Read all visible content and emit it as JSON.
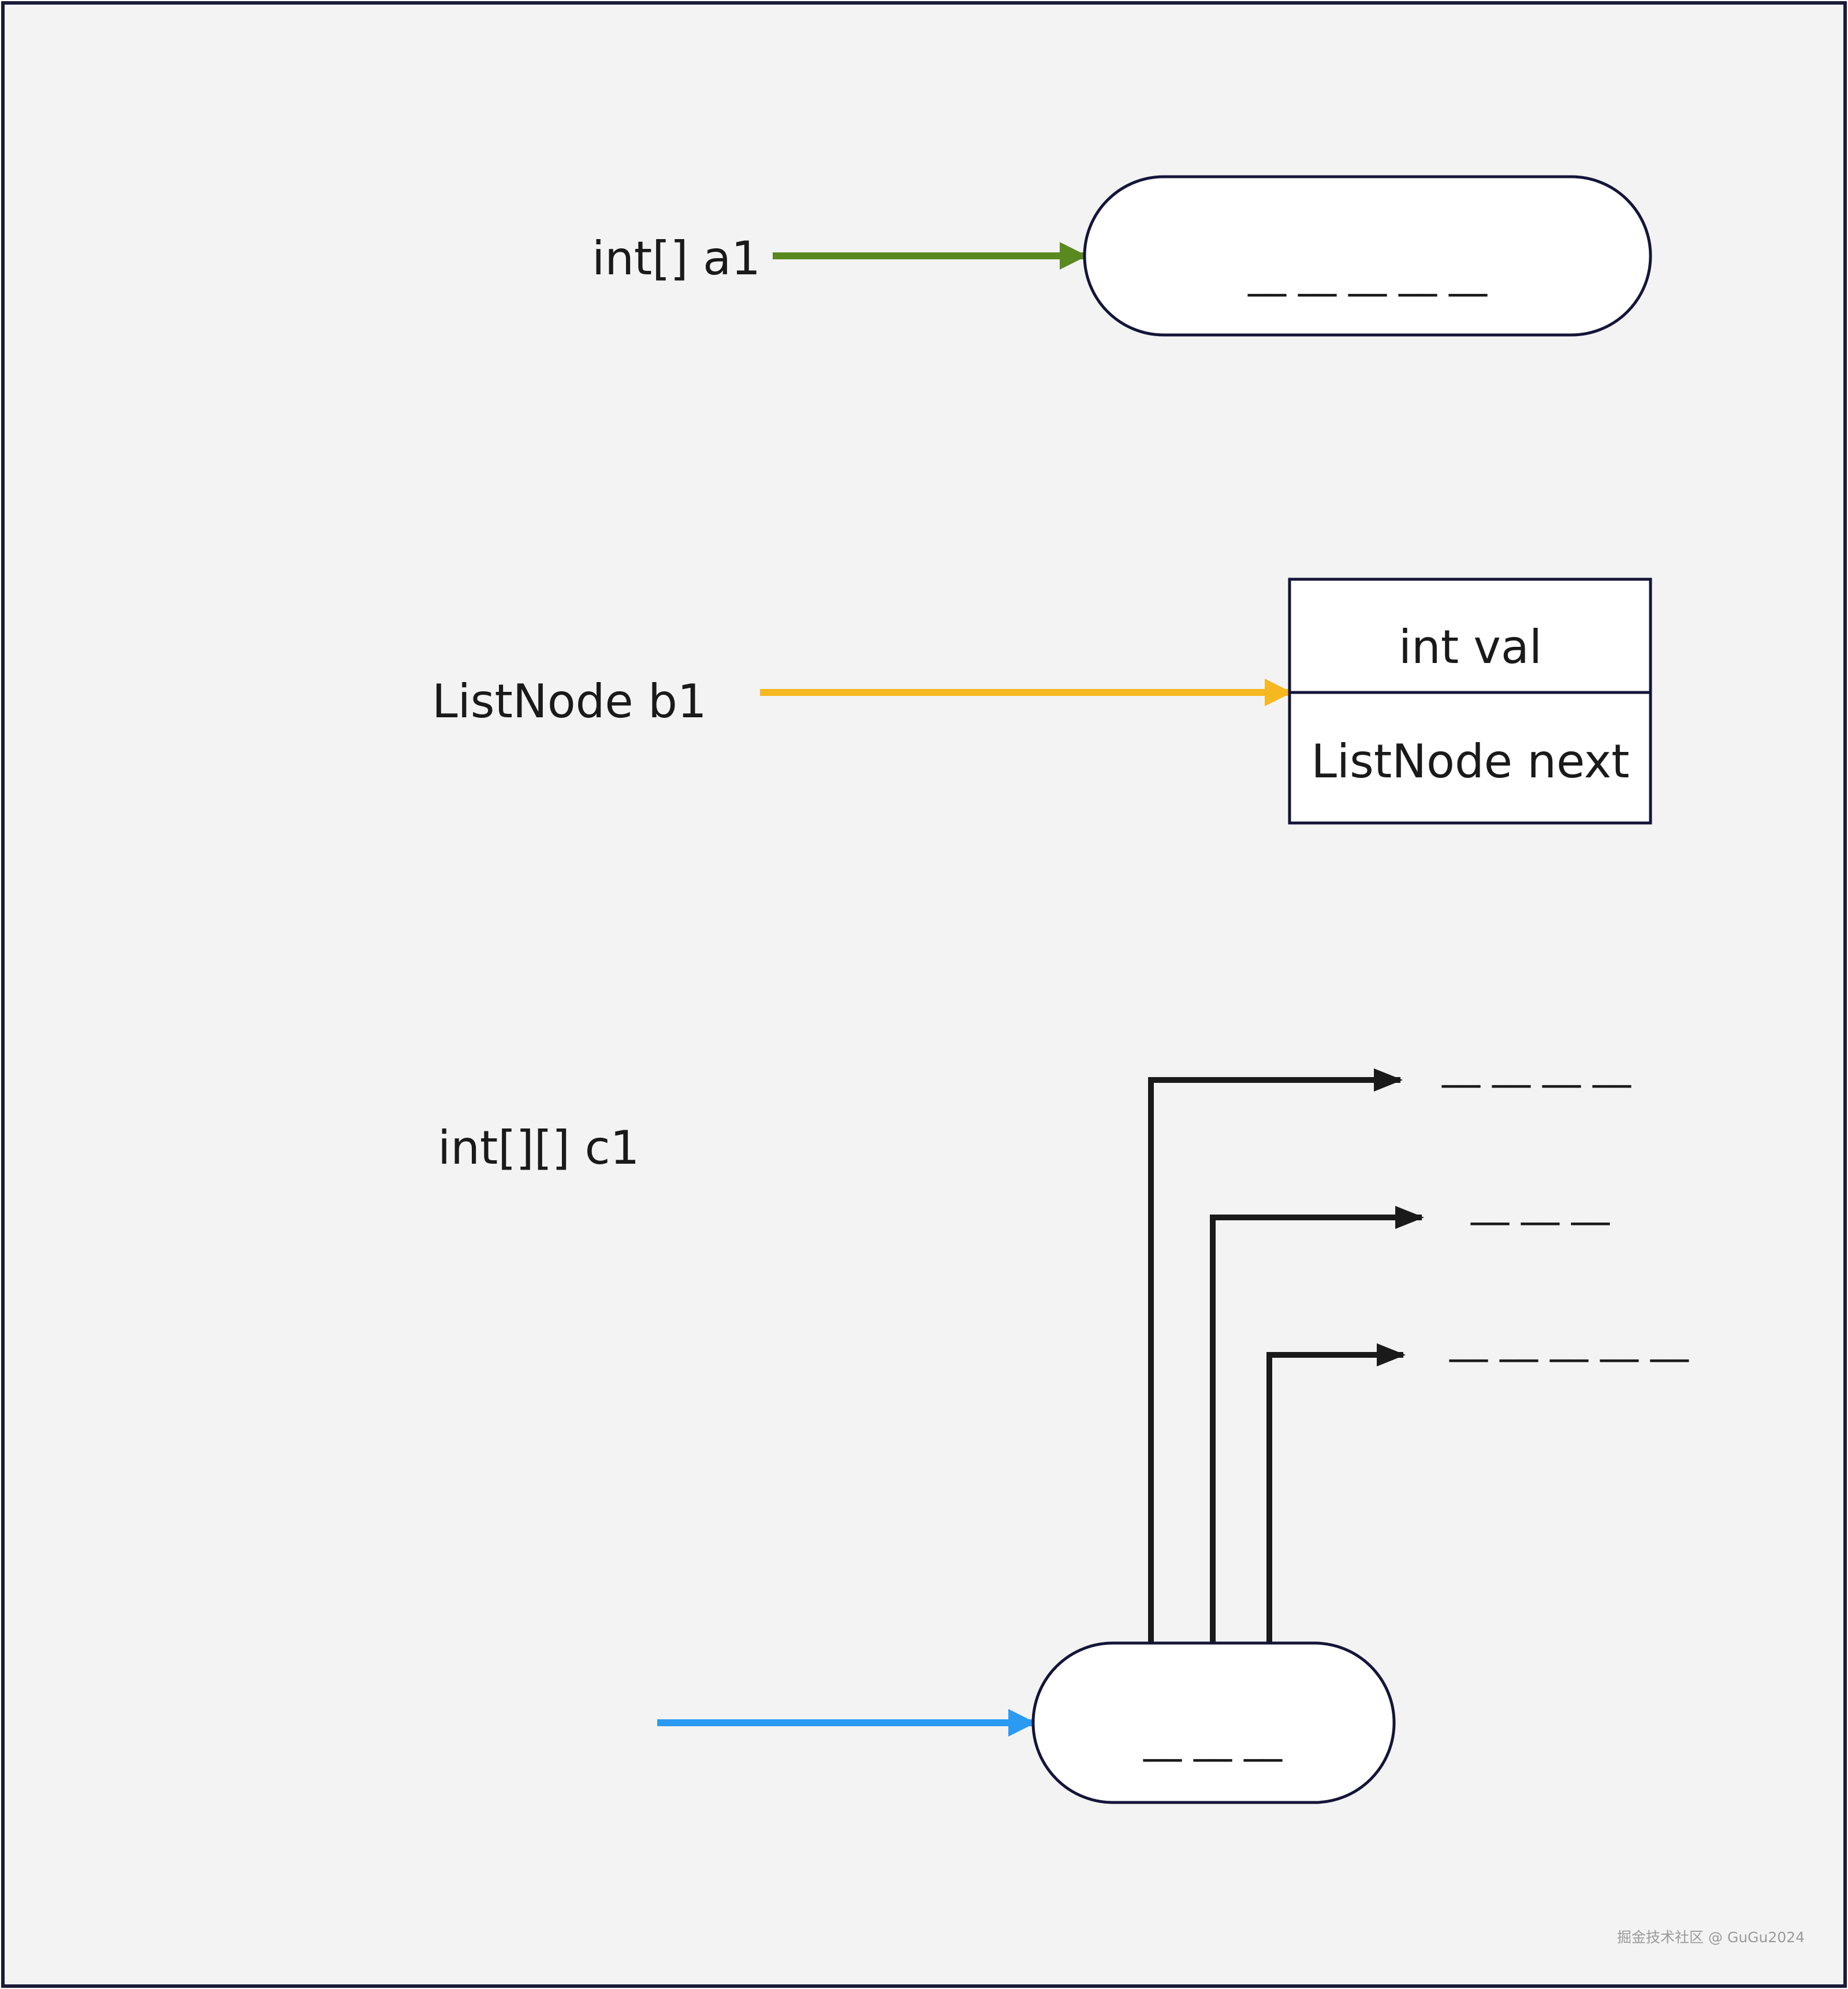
{
  "colors": {
    "background": "#f3f3f3",
    "frame_border": "#1a1a3a",
    "shape_fill": "#ffffff",
    "arrow_a1": "#5a8a1f",
    "arrow_b1": "#f5b820",
    "arrow_c1": "#2b9af3",
    "arrow_rows": "#1a1a1a"
  },
  "a1": {
    "label": "int[] a1",
    "array_text": "__ __ __ __ __"
  },
  "b1": {
    "label": "ListNode b1",
    "field_val": "int val",
    "field_next": "ListNode next"
  },
  "c1": {
    "label": "int[][] c1",
    "array_text": "__ __ __",
    "rows": [
      "__ __ __ __",
      "__ __ __",
      "__ __ __ __ __"
    ]
  },
  "watermark": "掘金技术社区 @ GuGu2024"
}
